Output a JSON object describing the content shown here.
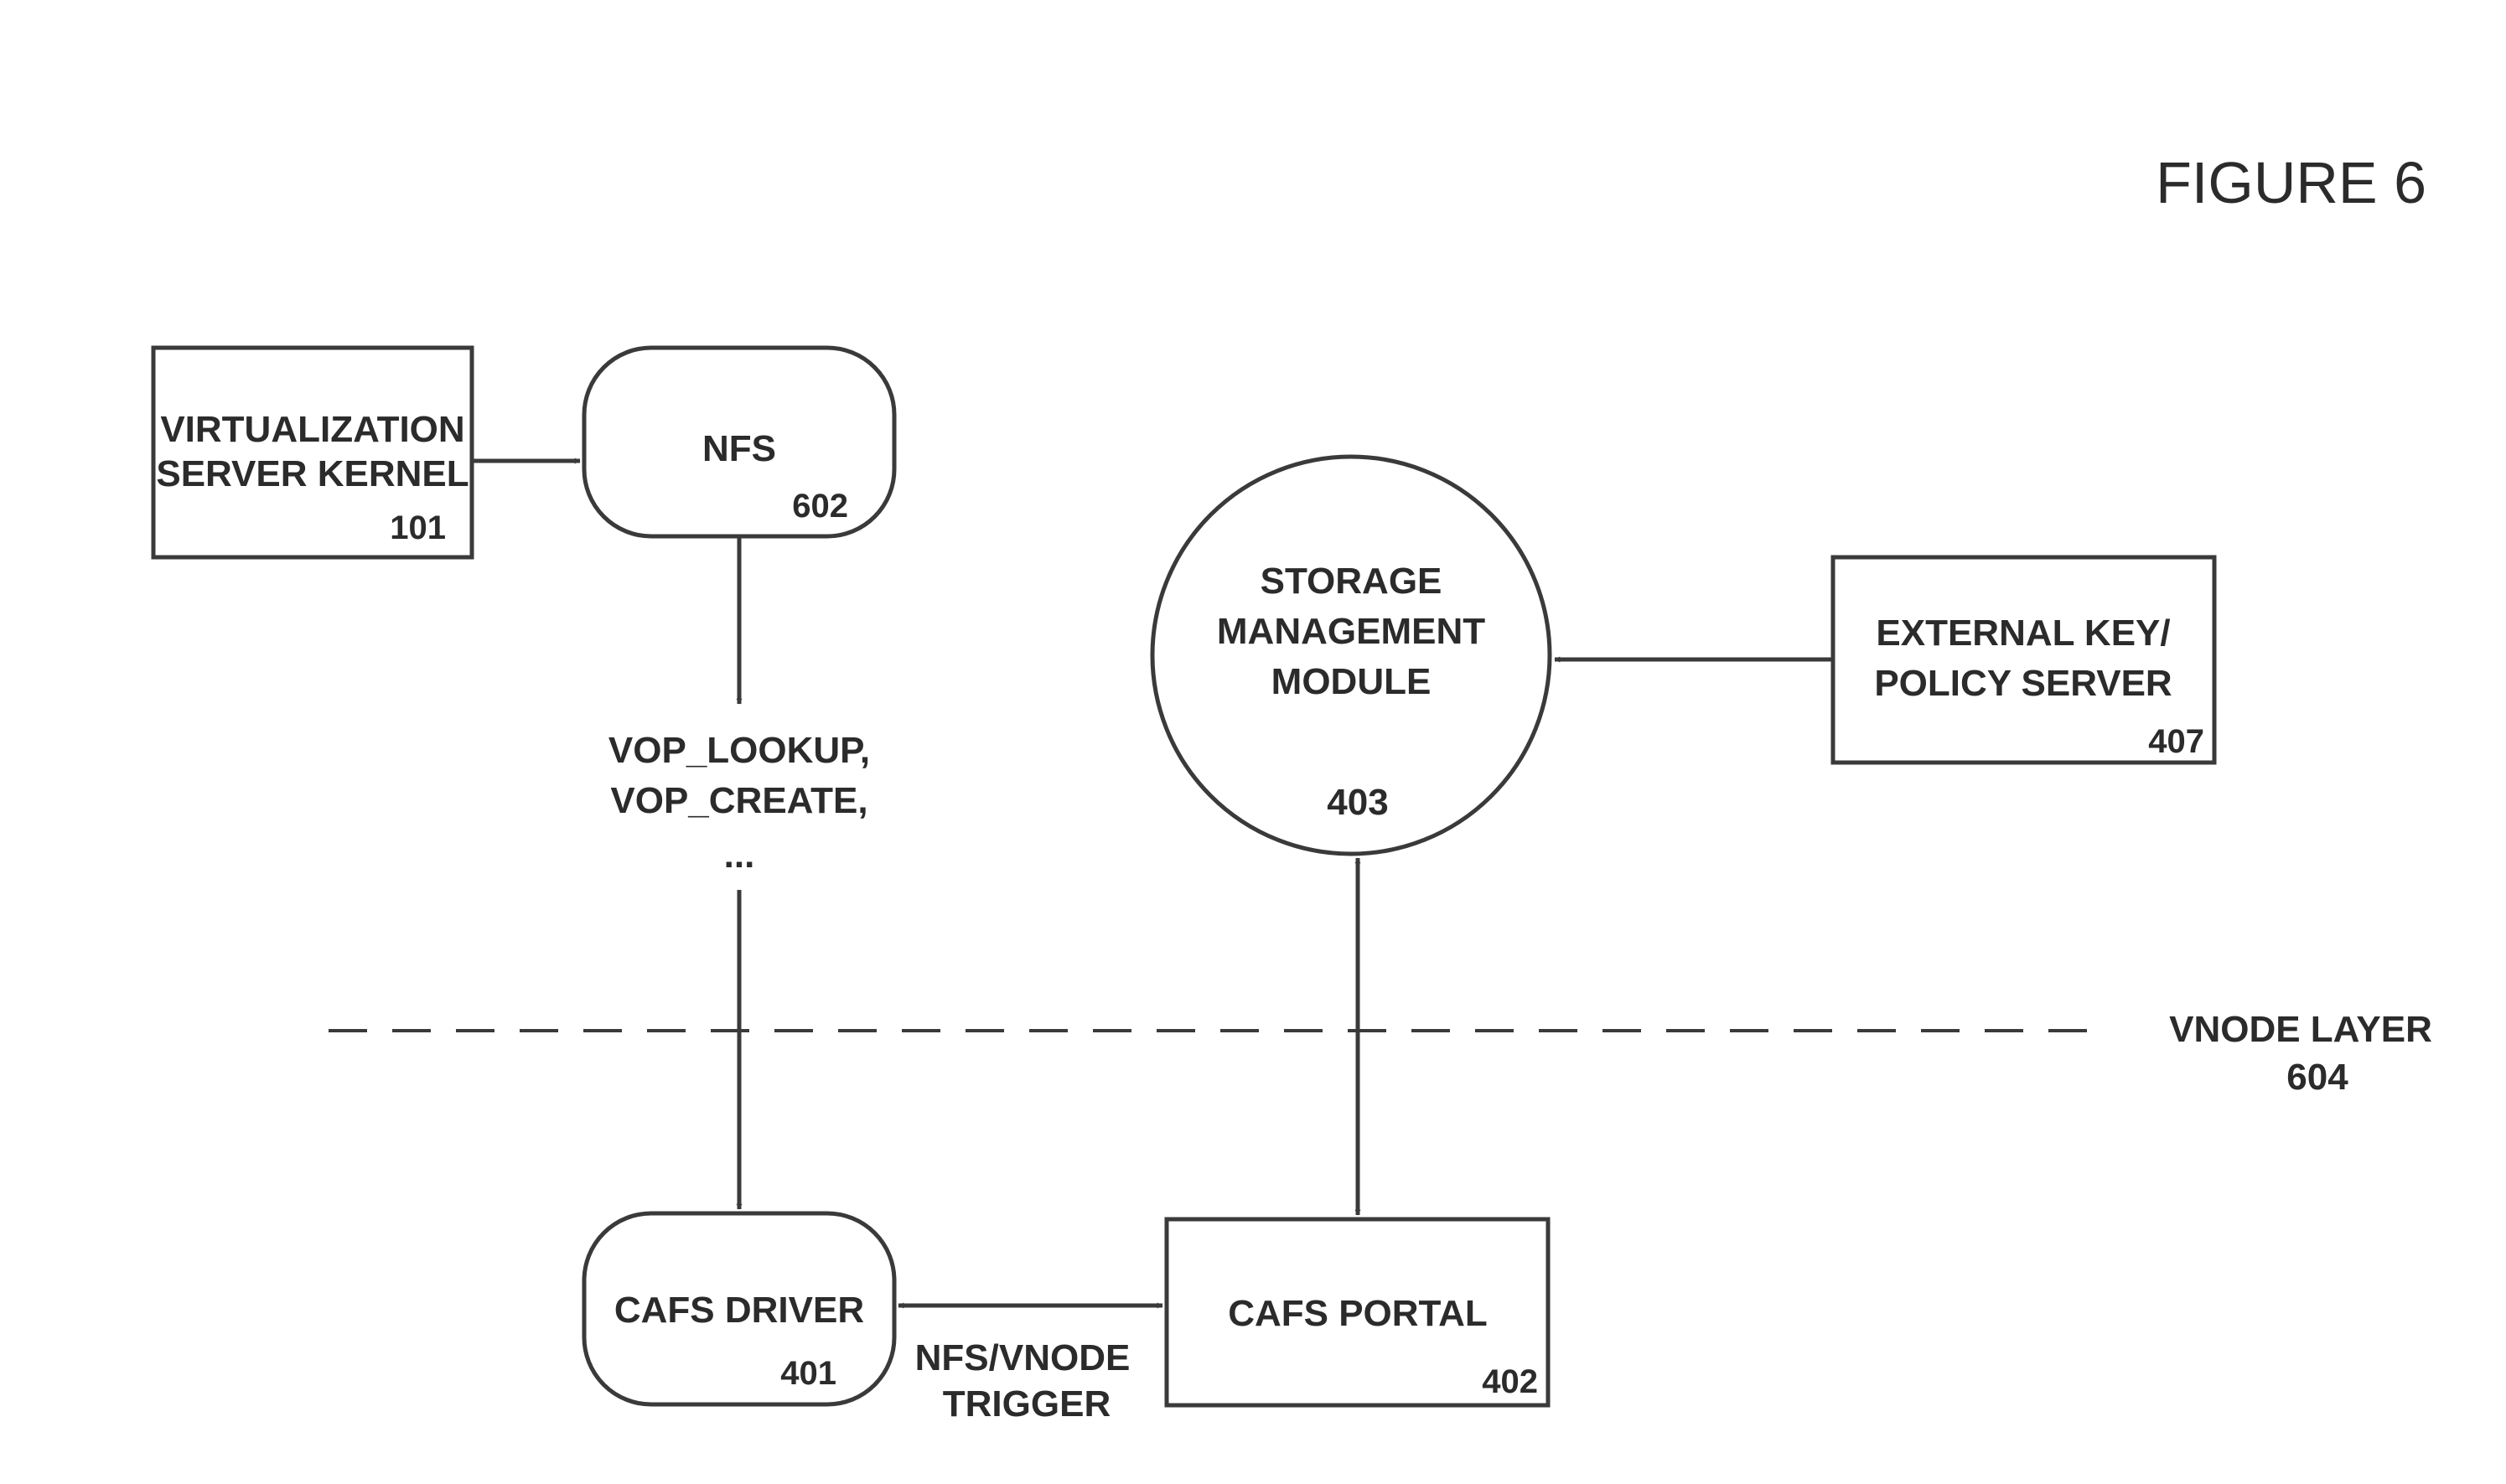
{
  "figure_title": "FIGURE 6",
  "nodes": {
    "virtualization_kernel": {
      "lines": [
        "VIRTUALIZATION",
        "SERVER KERNEL"
      ],
      "ref": "101"
    },
    "nfs": {
      "lines": [
        "NFS"
      ],
      "ref": "602"
    },
    "storage_management": {
      "lines": [
        "STORAGE",
        "MANAGEMENT",
        "MODULE"
      ],
      "ref": "403"
    },
    "external_key_server": {
      "lines": [
        "EXTERNAL KEY/",
        "POLICY SERVER"
      ],
      "ref": "407"
    },
    "cafs_driver": {
      "lines": [
        "CAFS DRIVER"
      ],
      "ref": "401"
    },
    "cafs_portal": {
      "lines": [
        "CAFS PORTAL"
      ],
      "ref": "402"
    }
  },
  "vop_label": {
    "lines": [
      "VOP_LOOKUP,",
      "VOP_CREATE,",
      "..."
    ]
  },
  "trigger_label": {
    "lines": [
      "NFS/VNODE",
      "TRIGGER"
    ]
  },
  "vnode_layer": {
    "label": "VNODE LAYER",
    "ref": "604"
  },
  "edges": [
    {
      "from": "virtualization_kernel",
      "to": "nfs",
      "style": "single-arrow"
    },
    {
      "from": "nfs",
      "to": "vop_label",
      "style": "single-arrow"
    },
    {
      "from": "vop_label",
      "to": "cafs_driver",
      "style": "single-arrow"
    },
    {
      "from": "cafs_driver",
      "to": "cafs_portal",
      "style": "double-arrow"
    },
    {
      "from": "cafs_portal",
      "to": "storage_management",
      "style": "double-arrow"
    },
    {
      "from": "external_key_server",
      "to": "storage_management",
      "style": "single-arrow"
    }
  ],
  "colors": {
    "ink": "#2b2b2b",
    "background": "#ffffff"
  }
}
